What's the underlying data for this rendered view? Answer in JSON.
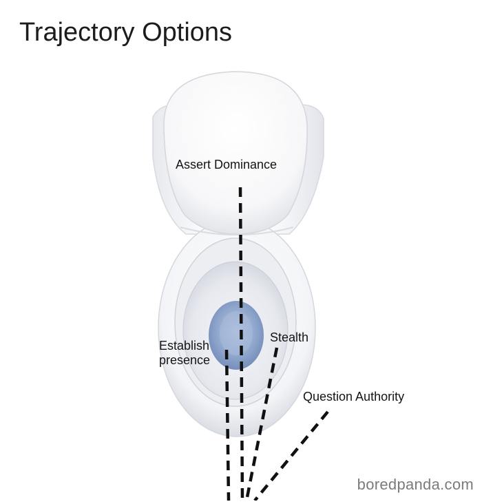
{
  "title": "Trajectory Options",
  "labels": {
    "assert": "Assert Dominance",
    "establish": "Establish presence",
    "stealth": "Stealth",
    "question": "Question Authority"
  },
  "watermark": "boredpanda.com",
  "colors": {
    "background": "#ffffff",
    "toilet_white": "#ffffff",
    "toilet_shadow": "#dcdee3",
    "water_blue": "#7f98c2",
    "line": "#111111",
    "text": "#141414"
  }
}
